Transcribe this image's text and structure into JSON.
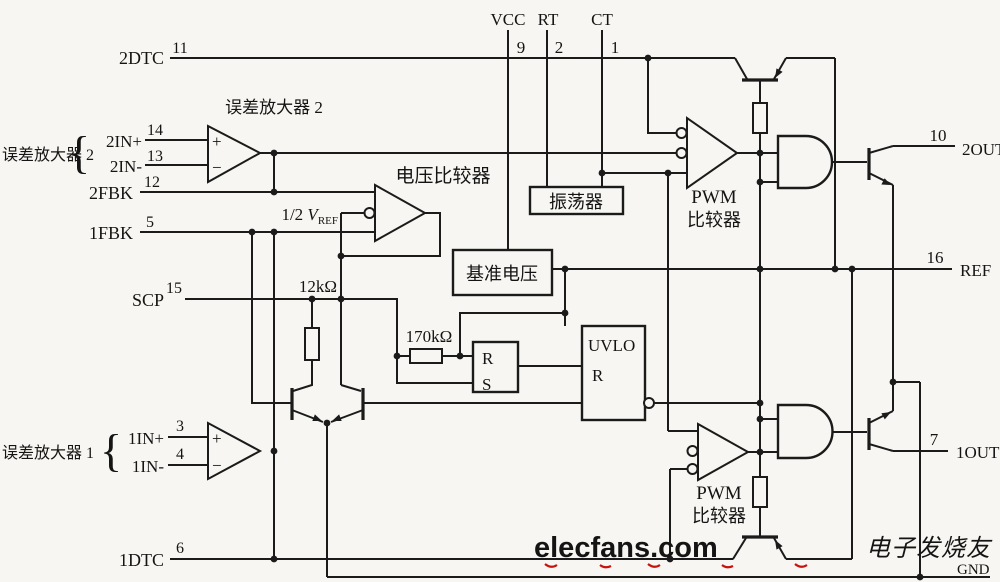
{
  "colors": {
    "wire": "#1b1b1b",
    "bg": "#f7f6f2",
    "watermark_red": "#c8120e",
    "watermark_cn": "#8a2420",
    "gnd_text": "#3c3c3c"
  },
  "top_pins": {
    "vcc": {
      "label": "VCC",
      "num": "9"
    },
    "rt": {
      "label": "RT",
      "num": "2"
    },
    "ct": {
      "label": "CT",
      "num": "1"
    }
  },
  "left_pins": {
    "dtc2": {
      "label": "2DTC",
      "num": "11"
    },
    "in2p": {
      "label": "2IN+",
      "num": "14"
    },
    "in2n": {
      "label": "2IN-",
      "num": "13"
    },
    "fbk2": {
      "label": "2FBK",
      "num": "12"
    },
    "fbk1": {
      "label": "1FBK",
      "num": "5"
    },
    "scp": {
      "label": "SCP",
      "num": "15"
    },
    "in1p": {
      "label": "1IN+",
      "num": "3"
    },
    "in1n": {
      "label": "1IN-",
      "num": "4"
    },
    "dtc1": {
      "label": "1DTC",
      "num": "6"
    }
  },
  "right_pins": {
    "out2": {
      "label": "2OUT",
      "num": "10"
    },
    "ref": {
      "label": "REF",
      "num": "16"
    },
    "out1": {
      "label": "1OUT",
      "num": "7"
    },
    "gnd": {
      "label": "GND"
    }
  },
  "groups": {
    "error_amp2_side": "误差放大器 2",
    "error_amp1_side": "误差放大器 1",
    "brace": "{"
  },
  "blocks": {
    "error_amp2_title": "误差放大器 2",
    "voltage_comparator": "电压比较器",
    "oscillator": "振荡器",
    "reference": "基准电压",
    "uvlo_title": "UVLO",
    "uvlo_r": "R",
    "latch_r": "R",
    "latch_s": "S",
    "pwm_word": "PWM",
    "comparator_word": "比较器"
  },
  "parts": {
    "r_12k": "12kΩ",
    "r_170k": "170kΩ",
    "half_vref_prefix": "1/2 ",
    "half_vref_v": "V",
    "half_vref_sub": "REF",
    "plus": "+",
    "minus": "−"
  },
  "watermark": {
    "brand": "elecfans.com",
    "site_cn": "电子发烧友"
  }
}
